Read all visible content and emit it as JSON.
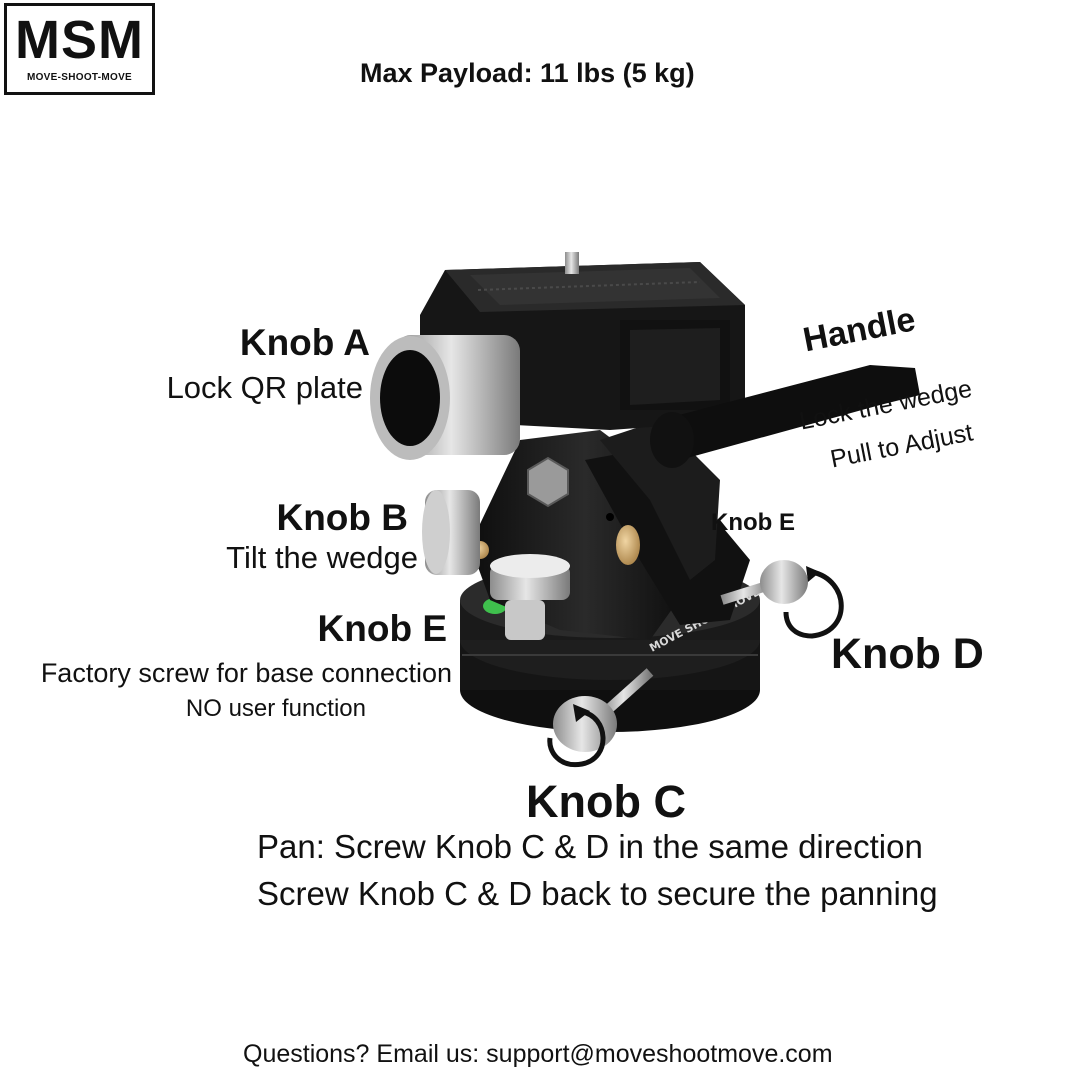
{
  "logo": {
    "mark": "MSM",
    "subtitle": "MOVE-SHOOT-MOVE"
  },
  "header": {
    "payload": "Max Payload: 11 lbs (5 kg)"
  },
  "labels": {
    "knob_a": {
      "name": "Knob A",
      "desc": "Lock QR plate"
    },
    "knob_b": {
      "name": "Knob B",
      "desc": "Tilt the wedge"
    },
    "knob_e_left": {
      "name": "Knob E",
      "desc1": "Factory screw for base connection",
      "desc2": "NO user function"
    },
    "knob_e_small": {
      "name": "Knob E"
    },
    "knob_d": {
      "name": "Knob D"
    },
    "handle": {
      "name": "Handle",
      "desc1": "Lock the wedge",
      "desc2": "Pull to Adjust"
    },
    "knob_c": {
      "name": "Knob C",
      "desc1": "Pan: Screw Knob C & D in the same direction",
      "desc2": "Screw Knob C & D back to secure the panning"
    }
  },
  "product": {
    "base_engraving": "MOVE SHOOT MOVE"
  },
  "footer": {
    "contact": "Questions? Email us: support@moveshootmove.com"
  }
}
